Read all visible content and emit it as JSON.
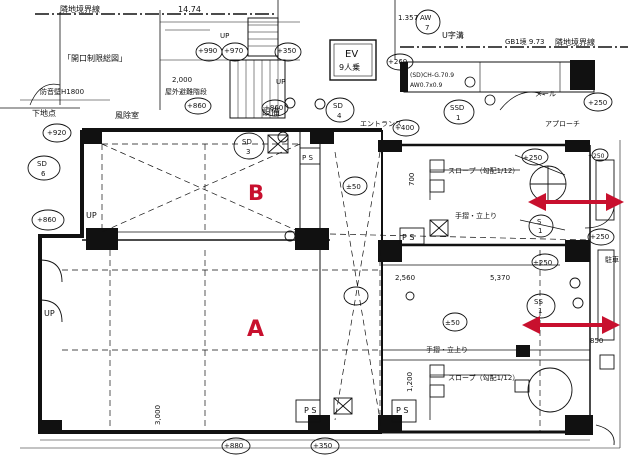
{
  "texts": {
    "boundary_top_left": "隣地境界線",
    "boundary_top_right": "隣地境界線",
    "dim_1474": "14.74",
    "dim_1357": "1.357",
    "dim_gb": "GB1境 9.73",
    "evacuation_drawing": "「開口制限総図」",
    "ev": "EV",
    "ev_capacity": "9人乗",
    "fire_wall": "防音壁H1800",
    "fence": "屋外避難階段",
    "level_860a": "+860",
    "level_860b": "+860",
    "level_860c": "+860",
    "level_920": "+920",
    "level_970": "+970",
    "level_990": "+990",
    "level_350a": "+350",
    "level_350b": "+350",
    "level_50a": "±50",
    "level_50b": "±50",
    "level_250a": "+250",
    "level_250b": "+250",
    "level_250c": "+250",
    "level_250d": "+250",
    "level_250e": "±250",
    "level_880": "+880",
    "level_260": "+260",
    "level_400": "+400",
    "dim_2000": "2,000",
    "dim_2560": "2,560",
    "dim_5370": "5,370",
    "dim_3000": "3,000",
    "dim_1200": "1,200",
    "dim_700": "700",
    "dim_850": "850",
    "sd6": "SD",
    "sd6_num": "6",
    "sd3": "SD",
    "sd3_num": "3",
    "sd4": "SD",
    "sd4_num": "4",
    "ssd1": "SSD",
    "ssd1_num": "1",
    "ss": "SS",
    "ss_num": "1",
    "s1": "S",
    "s1_num": "1",
    "aw7": "AW",
    "aw7_num": "7",
    "up1": "UP",
    "up2": "UP",
    "up3": "UP",
    "up4": "UP",
    "ps1": "P S",
    "ps2": "P S",
    "ps3": "P S",
    "ps4": "P S",
    "equipment": "設備",
    "entrance": "エントランス",
    "approach": "アプローチ",
    "mailbox": "メール",
    "wind_room": "風除室",
    "slope1": "スロープ（勾配1/12）",
    "slope2": "スロープ（勾配1/12）",
    "handrail1": "手摺・立上り",
    "handrail2": "手摺・立上り",
    "parking": "駐車",
    "down_point": "下地点",
    "window_spec": "(SD)CH-G.70.9",
    "window_spec2": "AW0.7x0.9",
    "ushape": "U字溝",
    "label_a": "A",
    "label_b": "B"
  },
  "colors": {
    "line": "#111111",
    "accent": "#c8102e"
  }
}
